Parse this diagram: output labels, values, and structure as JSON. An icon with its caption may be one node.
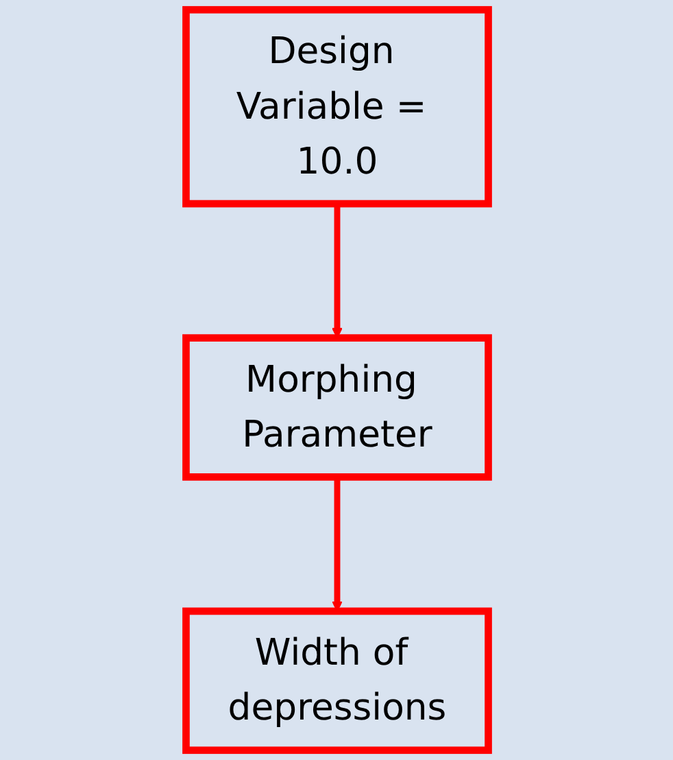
{
  "diagram": {
    "nodes": [
      {
        "text": [
          "Design Variable = 10.0"
        ]
      },
      {
        "text": [
          "Morphing Parameter"
        ]
      },
      {
        "text": [
          "Width of depressions"
        ]
      }
    ],
    "edges": [
      {
        "from": 0,
        "to": 1,
        "arrow": "to"
      },
      {
        "from": 1,
        "to": 2,
        "arrow": "to"
      }
    ]
  }
}
